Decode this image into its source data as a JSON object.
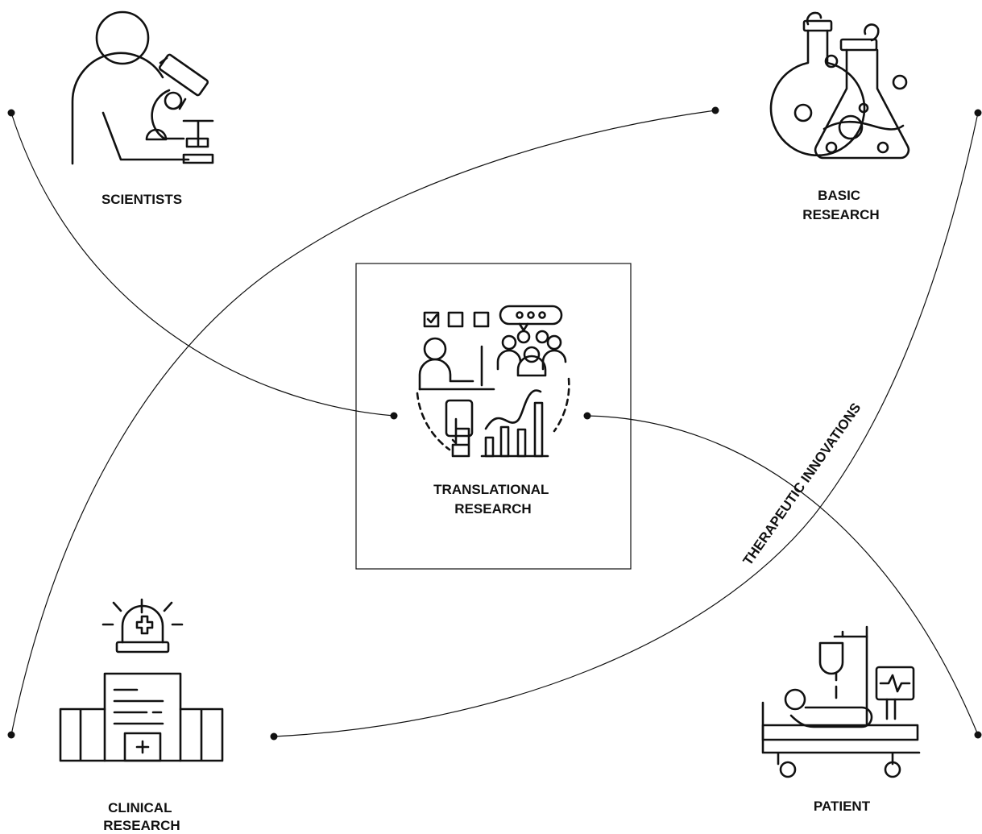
{
  "nodes": {
    "scientists": {
      "label_lines": [
        "SCIENTISTS"
      ],
      "icon": "scientist-microscope-icon"
    },
    "basic_research": {
      "label_lines": [
        "BASIC",
        "RESEARCH"
      ],
      "icon": "lab-flasks-icon"
    },
    "translational_research": {
      "label_lines": [
        "TRANSLATIONAL",
        "RESEARCH"
      ],
      "icon": "research-team-analytics-icon"
    },
    "clinical_research": {
      "label_lines": [
        "CLINICAL",
        "RESEARCH"
      ],
      "icon": "hospital-building-icon"
    },
    "patient": {
      "label_lines": [
        "PATIENT"
      ],
      "icon": "hospital-bed-patient-icon"
    }
  },
  "curve_label": "THERAPEUTIC INNOVATIONS",
  "colors": {
    "ink": "#111111",
    "background": "#ffffff"
  }
}
